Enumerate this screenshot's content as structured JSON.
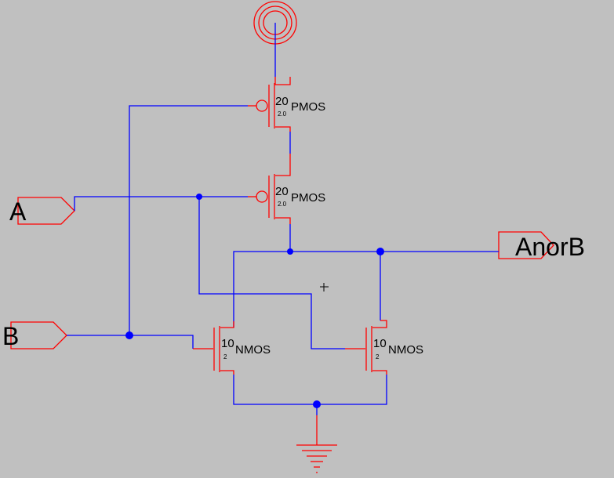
{
  "ports": {
    "a": "A",
    "b": "B",
    "out": "AnorB"
  },
  "transistors": {
    "p1": {
      "width": "20",
      "length": "2.0",
      "type": "PMOS"
    },
    "p2": {
      "width": "20",
      "length": "2.0",
      "type": "PMOS"
    },
    "n1": {
      "width": "10",
      "length": "2",
      "type": "NMOS"
    },
    "n2": {
      "width": "10",
      "length": "2",
      "type": "NMOS"
    }
  },
  "colors": {
    "background": "#c0c0c0",
    "wire": "#0000ff",
    "device": "#ff0000",
    "text": "#000000"
  }
}
